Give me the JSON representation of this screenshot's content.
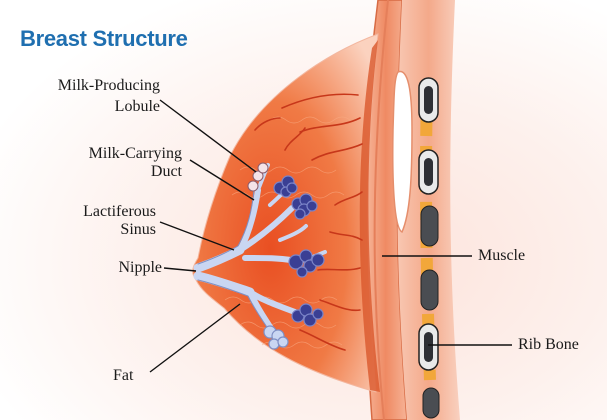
{
  "title": "Breast Structure",
  "labels": {
    "lobule": [
      "Milk-Producing",
      "Lobule"
    ],
    "duct": [
      "Milk-Carrying",
      "Duct"
    ],
    "sinus": [
      "Lactiferous",
      "Sinus"
    ],
    "nipple": "Nipple",
    "fat": "Fat",
    "muscle": "Muscle",
    "rib": "Rib Bone"
  },
  "colors": {
    "title": "#1f6fb0",
    "tissue": "#ee5a2c",
    "muscle": "#f29a77",
    "duct": "#c9d6f2",
    "lobule": "#3a3f94",
    "bone": "#f2a73a"
  }
}
